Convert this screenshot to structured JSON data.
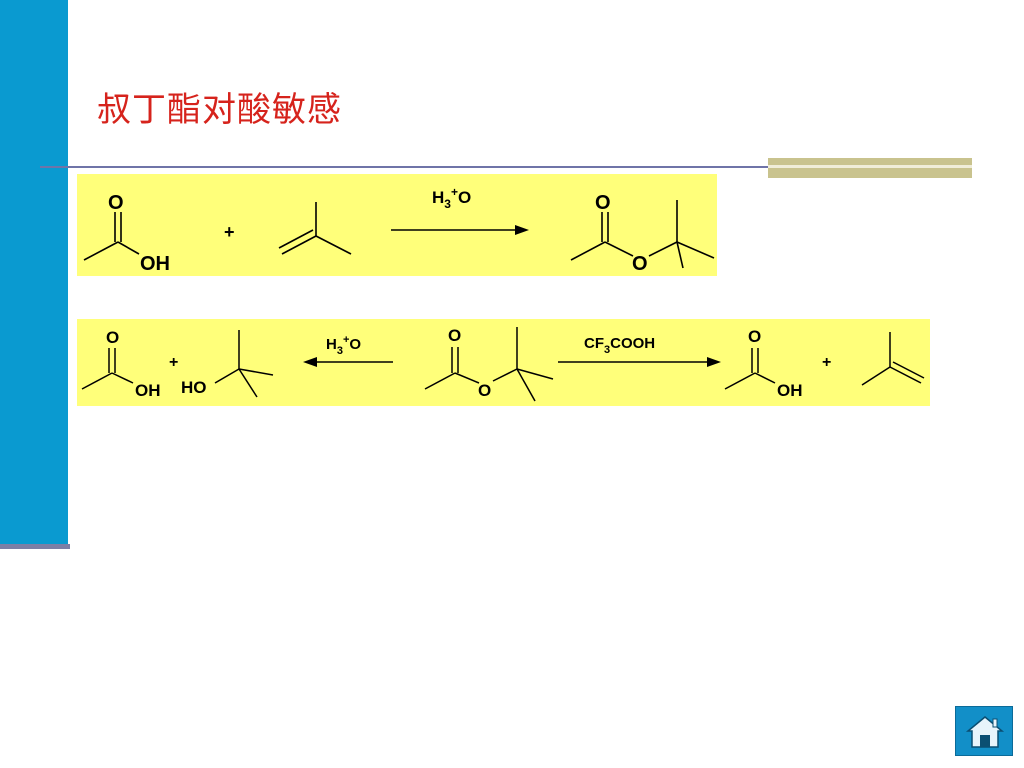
{
  "slide": {
    "title": "叔丁酯对酸敏感"
  },
  "reaction1": {
    "reactant1": {
      "carbonyl_o": "O",
      "hydroxyl": "OH"
    },
    "plus": "+",
    "condition": {
      "main": "H",
      "sub": "3",
      "sup": "+",
      "tail": "O"
    },
    "product": {
      "carbonyl_o": "O",
      "ester_o": "O"
    }
  },
  "reaction2": {
    "product_left": {
      "carbonyl_o": "O",
      "hydroxyl": "OH",
      "plus": "+",
      "alcohol": "HO"
    },
    "condition_left": {
      "main": "H",
      "sub": "3",
      "sup": "+",
      "tail": "O"
    },
    "ester": {
      "carbonyl_o": "O",
      "ester_o": "O"
    },
    "condition_right": {
      "main": "CF",
      "sub": "3",
      "tail": "COOH"
    },
    "product_right": {
      "carbonyl_o": "O",
      "hydroxyl": "OH",
      "plus": "+"
    }
  },
  "icons": {
    "home": "home-icon"
  },
  "colors": {
    "sidebar": "#0a9ad0",
    "title": "#d6231c",
    "panel": "#ffff7a",
    "accent": "#c9c38e",
    "home_button": "#128fc8"
  }
}
